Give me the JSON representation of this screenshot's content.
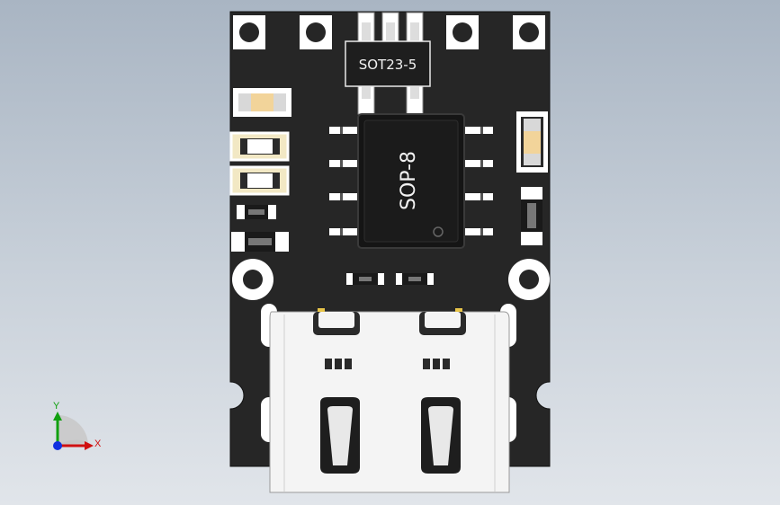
{
  "components": {
    "sot23_label": "SOT23-5",
    "sop8_label": "SOP-8"
  },
  "axes": {
    "x_label": "X",
    "y_label": "Y"
  },
  "colors": {
    "background_top": "#a9b5c3",
    "background_bottom": "#e1e5ea",
    "pcb": "#262626",
    "pad": "#ffffff",
    "capacitor_body": "#f2d49a",
    "chip": "#151515",
    "connector": "#f4f4f4",
    "axis_x": "#d01010",
    "axis_y": "#10a010",
    "axis_origin": "#1030e0"
  }
}
